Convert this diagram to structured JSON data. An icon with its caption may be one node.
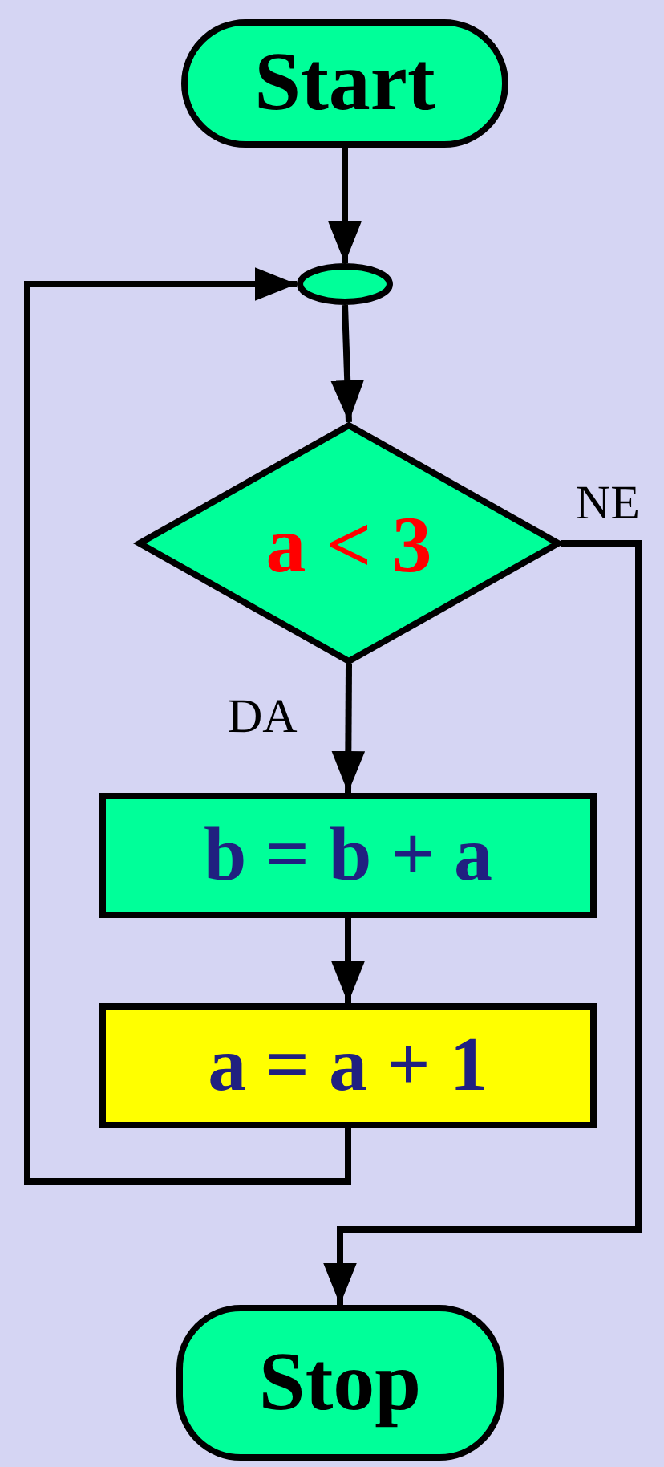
{
  "diagram": {
    "nodes": [
      {
        "text": [
          "Start"
        ]
      },
      {
        "text": [],
        "shape": "ellipse"
      },
      {
        "text": [
          "a < 3"
        ]
      },
      {
        "text": [
          "b = b + a"
        ]
      },
      {
        "text": [
          "a = a + 1"
        ]
      },
      {
        "text": [
          "Stop"
        ]
      }
    ],
    "edges": [
      {
        "from": 0,
        "to": 1,
        "arrow": "to"
      },
      {
        "from": 1,
        "to": 2,
        "arrow": "to"
      },
      {
        "from": 2,
        "to": 3,
        "arrow": "to",
        "label": "DA"
      },
      {
        "from": 3,
        "to": 4,
        "arrow": "to"
      },
      {
        "from": 4,
        "to": 1,
        "arrow": "to"
      },
      {
        "from": 2,
        "to": 5,
        "arrow": "to",
        "label": "NE"
      }
    ]
  }
}
